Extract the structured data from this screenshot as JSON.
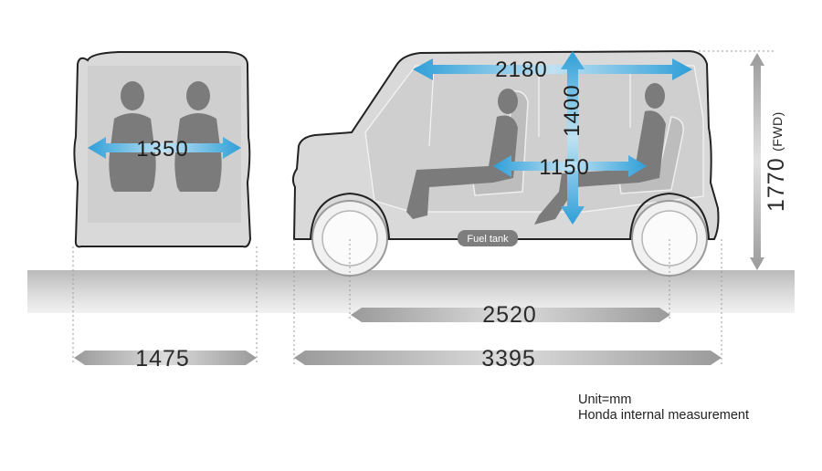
{
  "dimensions": {
    "interior_width": "1350",
    "interior_length": "2180",
    "interior_height": "1400",
    "tandem_distance": "1150",
    "overall_height": "1770",
    "overall_height_suffix": "(FWD)",
    "wheelbase": "2520",
    "overall_width": "1475",
    "overall_length": "3395"
  },
  "labels": {
    "fuel_tank": "Fuel tank"
  },
  "notes": {
    "unit": "Unit=mm",
    "source": "Honda internal measurement"
  },
  "colors": {
    "arrow_blue": "#2f9fd8",
    "body_fill": "#d7d7d7",
    "silhouette": "#7b7b7b",
    "ground": "#c4c4c4",
    "dim_bar": "#b5b5b5",
    "fuel_tank": "#7e7e7e"
  },
  "icons": [
    "double-arrow-icon",
    "person-silhouette-icon",
    "seat-silhouette-icon",
    "wheel-icon"
  ]
}
